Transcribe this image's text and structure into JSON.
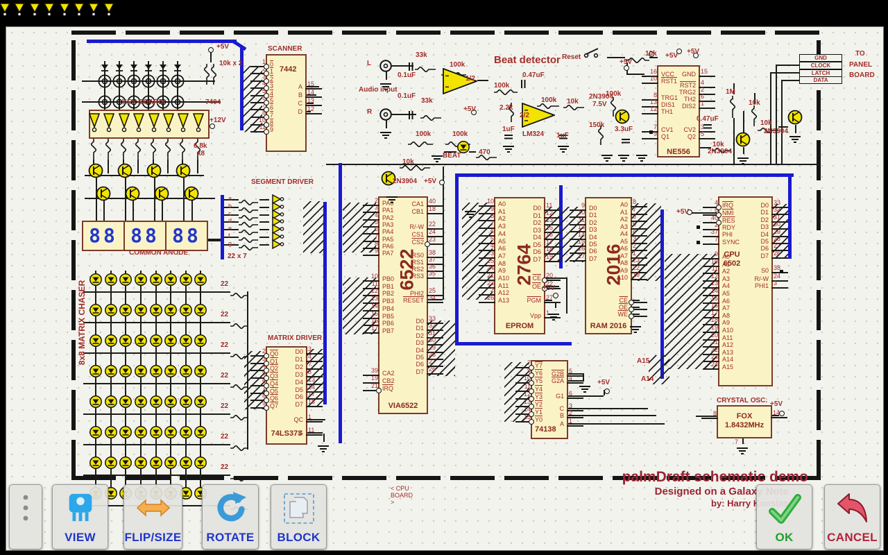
{
  "colors": {
    "bus_blue": "#1a1ad0",
    "chip_fill": "#faf3c6",
    "chip_border": "#7a3b28",
    "schematic_red": "#a22d28",
    "digit_blue": "#2238cc",
    "component_yellow": "#f2e400",
    "toolbar_label_blue": "#1f35c8",
    "ok_green": "#1fa02a",
    "cancel_red": "#b02437"
  },
  "title_block": {
    "title": "palmDraft schematic demo",
    "subtitle": "Designed on a Galaxy Note",
    "author": "by: Harry Konstas",
    "board_ref": "< CPU BOARD >"
  },
  "panel_connector": {
    "pins": [
      "GND",
      "CLOCK",
      "LATCH",
      "DATA"
    ],
    "note": [
      "TO",
      "PANEL",
      "BOARD"
    ]
  },
  "toolbar": {
    "buttons": [
      {
        "id": "menu",
        "label": "",
        "icon": "menu-dots-icon"
      },
      {
        "id": "view",
        "label": "VIEW",
        "icon": "transistor-icon"
      },
      {
        "id": "flip",
        "label": "FLIP/SIZE",
        "icon": "double-arrow-icon"
      },
      {
        "id": "rotate",
        "label": "ROTATE",
        "icon": "rotate-arrow-icon"
      },
      {
        "id": "block",
        "label": "BLOCK",
        "icon": "block-select-icon"
      },
      {
        "id": "ok",
        "label": "OK",
        "icon": "check-icon"
      },
      {
        "id": "cancel",
        "label": "CANCEL",
        "icon": "undo-arrow-icon"
      }
    ]
  },
  "displays": {
    "digits": "88",
    "count": 3,
    "label": "COMMON ANODE"
  },
  "seg_letters": [
    "a",
    "b",
    "c",
    "d",
    "e",
    "f",
    "g"
  ],
  "row_resistor_label": "22",
  "labels": {
    "kb_5v": "+5V",
    "kb_10kx2": "10k x 2",
    "kb_keyboard": "KEY BOARD",
    "kb_7404": "7404",
    "kb_12v": "+12V",
    "kb_68k": "6.8k",
    "kb_x8": "x8",
    "scanner": "SCANNER",
    "seg_driver": "SEGMENT DRIVER",
    "seg_22x7": "22 x 7",
    "matrix_driver": "MATRIX DRIVER",
    "chaser": "8x8 MATRIX CHASER",
    "common": "COMMON ANODE",
    "l": "L",
    "r": "R",
    "audio": "Audio input",
    "c01a": "0.1uF",
    "c01b": "0.1uF",
    "r33a": "33k",
    "r33b": "33k",
    "r100a": "100k",
    "half1": "1/2",
    "amp5v": "+5V",
    "r100b": "100k",
    "r100c": "100k",
    "beat": "BEAT",
    "r470": "470",
    "beat_title": "Beat detector",
    "reset": "Reset",
    "r100d": "100k",
    "c047a": "0.47uF",
    "r22k": "2.2k",
    "half2": "2/2",
    "r100e": "100k",
    "c1a": "1uF",
    "lm324": "LM324",
    "c1b": "1uF",
    "r10ka": "10k",
    "via10k": "10k",
    "via_q": "2N3904",
    "via5v": "+5V",
    "ne10k": "10k",
    "ne5va": "+5V",
    "ne5vb": "+5V",
    "ne5vc": "+5V",
    "ne100k": "100k",
    "neq1": "2N3904",
    "ne75": "7.5V",
    "ne150k": "150k",
    "ne33": "3.3uF",
    "ne047": "0.47uF",
    "ne1m": "1M",
    "ne10kb": "10k",
    "ne10kc": "10k",
    "neq2": "2N3904",
    "ne10kd": "10k",
    "neq3": "2N3904",
    "cpu5v": "+5V",
    "ep5v": "+5V",
    "dec5v": "+5V",
    "a15": "A15",
    "a14": "A14",
    "xtal": "CRYSTAL OSC.",
    "xtal5v": "+5V"
  },
  "chips": [
    {
      "id": "scanner",
      "name": "7442",
      "left": [
        [
          "1",
          "0",
          "bo"
        ],
        [
          "2",
          "1",
          "bo"
        ],
        [
          "3",
          "2",
          "bo"
        ],
        [
          "4",
          "3",
          "bo"
        ],
        [
          "5",
          "4",
          "bo"
        ],
        [
          "6",
          "5",
          "bo"
        ],
        [
          "7",
          "6",
          "bo"
        ],
        [
          "8",
          "7",
          "bo"
        ],
        [
          "10",
          "8",
          "bo"
        ],
        [
          "11",
          "9",
          "bo"
        ]
      ],
      "right": [
        [
          "15",
          "A",
          ""
        ],
        [
          "14",
          "B",
          ""
        ],
        [
          "13",
          "C",
          ""
        ],
        [
          "12",
          "D",
          ""
        ]
      ]
    },
    {
      "id": "ne556",
      "name": "NE556",
      "left": [
        [
          "16",
          "VCC",
          ""
        ],
        [
          "10",
          "RST1",
          "b"
        ],
        [
          "8",
          "TRG1",
          ""
        ],
        [
          "13",
          "DIS1",
          ""
        ],
        [
          "12",
          "TH1",
          ""
        ],
        [
          "7",
          "CV1",
          ""
        ],
        [
          "9",
          "Q1",
          ""
        ]
      ],
      "right": [
        [
          "15",
          "GND",
          ""
        ],
        [
          "4",
          "RST2",
          "b"
        ],
        [
          "2",
          "TRG2",
          ""
        ],
        [
          "6",
          "TH2",
          ""
        ],
        [
          "1",
          "DIS2",
          ""
        ],
        [
          "3",
          "CV2",
          ""
        ],
        [
          "5",
          "Q2",
          ""
        ]
      ]
    },
    {
      "id": "via",
      "name": "6522",
      "sub": "VIA6522",
      "left": [
        [
          "2",
          "PA0",
          ""
        ],
        [
          "3",
          "PA1",
          ""
        ],
        [
          "4",
          "PA2",
          ""
        ],
        [
          "5",
          "PA3",
          ""
        ],
        [
          "6",
          "PA4",
          ""
        ],
        [
          "7",
          "PA5",
          ""
        ],
        [
          "8",
          "PA6",
          ""
        ],
        [
          "9",
          "PA7",
          ""
        ],
        [
          "10",
          "PB0",
          ""
        ],
        [
          "11",
          "PB1",
          ""
        ],
        [
          "12",
          "PB2",
          ""
        ],
        [
          "13",
          "PB3",
          ""
        ],
        [
          "14",
          "PB4",
          ""
        ],
        [
          "15",
          "PB5",
          ""
        ],
        [
          "16",
          "PB6",
          ""
        ],
        [
          "17",
          "PB7",
          ""
        ],
        [
          "39",
          "CA2",
          ""
        ],
        [
          "19",
          "CB2",
          ""
        ],
        [
          "21",
          "IRQ",
          "bo"
        ]
      ],
      "right": [
        [
          "40",
          "CA1",
          ""
        ],
        [
          "18",
          "CB1",
          ""
        ],
        [
          "22",
          "R/-W",
          ""
        ],
        [
          "24",
          "CS1",
          ""
        ],
        [
          "23",
          "CS2",
          "bo"
        ],
        [
          "38",
          "RS0",
          ""
        ],
        [
          "37",
          "RS1",
          ""
        ],
        [
          "36",
          "RS2",
          ""
        ],
        [
          "35",
          "RS3",
          ""
        ],
        [
          "25",
          "PHI2",
          ""
        ],
        [
          "34",
          "RESET",
          "b"
        ],
        [
          "33",
          "D0",
          ""
        ],
        [
          "32",
          "D1",
          ""
        ],
        [
          "31",
          "D2",
          ""
        ],
        [
          "30",
          "D3",
          ""
        ],
        [
          "29",
          "D4",
          ""
        ],
        [
          "28",
          "D5",
          ""
        ],
        [
          "27",
          "D6",
          ""
        ],
        [
          "26",
          "D7",
          ""
        ]
      ]
    },
    {
      "id": "eprom",
      "name": "2764",
      "sub": "EPROM",
      "left": [
        [
          "10",
          "A0",
          ""
        ],
        [
          "9",
          "A1",
          ""
        ],
        [
          "8",
          "A2",
          ""
        ],
        [
          "7",
          "A3",
          ""
        ],
        [
          "6",
          "A4",
          ""
        ],
        [
          "5",
          "A5",
          ""
        ],
        [
          "4",
          "A6",
          ""
        ],
        [
          "3",
          "A7",
          ""
        ],
        [
          "25",
          "A8",
          ""
        ],
        [
          "24",
          "A9",
          ""
        ],
        [
          "21",
          "A10",
          ""
        ],
        [
          "23",
          "A11",
          ""
        ],
        [
          "2",
          "A12",
          ""
        ],
        [
          "26",
          "A13",
          ""
        ]
      ],
      "right": [
        [
          "11",
          "D0",
          ""
        ],
        [
          "12",
          "D1",
          ""
        ],
        [
          "13",
          "D2",
          ""
        ],
        [
          "15",
          "D3",
          ""
        ],
        [
          "16",
          "D4",
          ""
        ],
        [
          "17",
          "D5",
          ""
        ],
        [
          "18",
          "D6",
          ""
        ],
        [
          "19",
          "D7",
          ""
        ],
        [
          "20",
          "CE",
          "bo"
        ],
        [
          "22",
          "OE",
          "bo"
        ],
        [
          "27",
          "PGM",
          "b"
        ],
        [
          "1",
          "Vpp",
          ""
        ]
      ]
    },
    {
      "id": "ram",
      "name": "2016",
      "sub": "RAM 2016",
      "left": [
        [
          "9",
          "D0",
          ""
        ],
        [
          "10",
          "D1",
          ""
        ],
        [
          "11",
          "D2",
          ""
        ],
        [
          "13",
          "D3",
          ""
        ],
        [
          "14",
          "D4",
          ""
        ],
        [
          "15",
          "D5",
          ""
        ],
        [
          "16",
          "D6",
          ""
        ],
        [
          "17",
          "D7",
          ""
        ]
      ],
      "right": [
        [
          "8",
          "A0",
          ""
        ],
        [
          "7",
          "A1",
          ""
        ],
        [
          "6",
          "A2",
          ""
        ],
        [
          "5",
          "A3",
          ""
        ],
        [
          "4",
          "A4",
          ""
        ],
        [
          "3",
          "A5",
          ""
        ],
        [
          "2",
          "A6",
          ""
        ],
        [
          "1",
          "A7",
          ""
        ],
        [
          "23",
          "A8",
          ""
        ],
        [
          "22",
          "A9",
          ""
        ],
        [
          "19",
          "A10",
          ""
        ],
        [
          "",
          "CE",
          "bo"
        ],
        [
          "",
          "OE",
          "bo"
        ],
        [
          "",
          "WE",
          "bo"
        ]
      ]
    },
    {
      "id": "cpu",
      "lines": [
        "CPU",
        "6502"
      ],
      "left": [
        [
          "4",
          "IRQ",
          "bo"
        ],
        [
          "6",
          "NMI",
          "bo"
        ],
        [
          "40",
          "RES",
          "bo"
        ],
        [
          "2",
          "RDY",
          ""
        ],
        [
          "37",
          "PHI",
          ""
        ],
        [
          "7",
          "SYNC",
          ""
        ],
        [
          "9",
          "A0",
          ""
        ],
        [
          "10",
          "A1",
          ""
        ],
        [
          "11",
          "A2",
          ""
        ],
        [
          "12",
          "A3",
          ""
        ],
        [
          "13",
          "A4",
          ""
        ],
        [
          "14",
          "A5",
          ""
        ],
        [
          "15",
          "A6",
          ""
        ],
        [
          "16",
          "A7",
          ""
        ],
        [
          "17",
          "A8",
          ""
        ],
        [
          "18",
          "A9",
          ""
        ],
        [
          "19",
          "A10",
          ""
        ],
        [
          "20",
          "A11",
          ""
        ],
        [
          "21",
          "A12",
          ""
        ],
        [
          "22",
          "A13",
          ""
        ],
        [
          "23",
          "A14",
          ""
        ],
        [
          "24",
          "A15",
          ""
        ]
      ],
      "right": [
        [
          "33",
          "D0",
          ""
        ],
        [
          "32",
          "D1",
          ""
        ],
        [
          "31",
          "D2",
          ""
        ],
        [
          "30",
          "D3",
          ""
        ],
        [
          "29",
          "D4",
          ""
        ],
        [
          "28",
          "D5",
          ""
        ],
        [
          "27",
          "D6",
          ""
        ],
        [
          "26",
          "D7",
          ""
        ],
        [
          "38",
          "S0",
          ""
        ],
        [
          "24",
          "R/-W",
          ""
        ],
        [
          "3",
          "PHI1",
          ""
        ]
      ]
    },
    {
      "id": "ls373",
      "name": "74LS373",
      "left": [
        [
          "2",
          "Q0",
          "bo"
        ],
        [
          "3",
          "Q1",
          "bo"
        ],
        [
          "4",
          "Q2",
          "bo"
        ],
        [
          "5",
          "Q3",
          "bo"
        ],
        [
          "6",
          "Q4",
          "bo"
        ],
        [
          "7",
          "Q5",
          "bo"
        ],
        [
          "8",
          "Q6",
          "bo"
        ],
        [
          "9",
          "Q7",
          "bo"
        ]
      ],
      "right": [
        [
          "3",
          "D0",
          ""
        ],
        [
          "4",
          "D1",
          ""
        ],
        [
          "7",
          "D2",
          ""
        ],
        [
          "8",
          "D3",
          ""
        ],
        [
          "13",
          "D4",
          ""
        ],
        [
          "14",
          "D5",
          ""
        ],
        [
          "17",
          "D6",
          ""
        ],
        [
          "18",
          "D7",
          ""
        ],
        [
          "1",
          "QC",
          ""
        ],
        [
          "11",
          "G",
          ""
        ]
      ]
    },
    {
      "id": "dec",
      "name": "74138",
      "left": [
        [
          "7",
          "Y7",
          "bo"
        ],
        [
          "9",
          "Y6",
          "bo"
        ],
        [
          "10",
          "Y5",
          "bo"
        ],
        [
          "11",
          "Y4",
          "bo"
        ],
        [
          "12",
          "Y3",
          "bo"
        ],
        [
          "13",
          "Y2",
          "bo"
        ],
        [
          "14",
          "Y1",
          "bo"
        ],
        [
          "15",
          "Y0",
          "bo"
        ]
      ],
      "right": [
        [
          "5",
          "G2B",
          "b"
        ],
        [
          "4",
          "G2A",
          "b"
        ],
        [
          "6",
          "G1",
          ""
        ],
        [
          "3",
          "C",
          ""
        ],
        [
          "2",
          "B",
          ""
        ],
        [
          "1",
          "A",
          ""
        ]
      ]
    },
    {
      "id": "xtal",
      "lines": [
        "FOX",
        "1.8432MHz"
      ],
      "left": [
        [
          "8",
          "",
          ""
        ]
      ],
      "right": [
        [
          "14",
          "",
          ""
        ]
      ],
      "bottom_pin": "7"
    }
  ]
}
